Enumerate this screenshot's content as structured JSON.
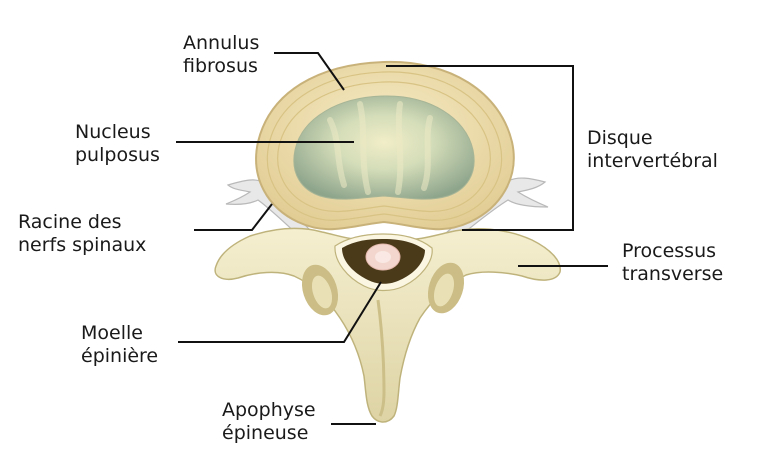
{
  "labels": {
    "annulus": [
      "Annulus",
      "fibrosus"
    ],
    "nucleus": [
      "Nucleus",
      "pulposus"
    ],
    "racine": [
      "Racine des",
      "nerfs spinaux"
    ],
    "moelle": [
      "Moelle",
      "épinière"
    ],
    "apophyse": [
      "Apophyse",
      "épineuse"
    ],
    "disque": [
      "Disque",
      "intervertébral"
    ],
    "processus": [
      "Processus",
      "transverse"
    ]
  },
  "colors": {
    "bone": "#efe8c4",
    "bone_shadow": "#cfc491",
    "annulus": "#f2e2b0",
    "annulus_ring": "#d8c384",
    "nucleus": "#b9c9a8",
    "canal": "#4a3a1a",
    "cord": "#f3d7cf",
    "nerve": "#e6e6e6",
    "line": "#111111"
  }
}
